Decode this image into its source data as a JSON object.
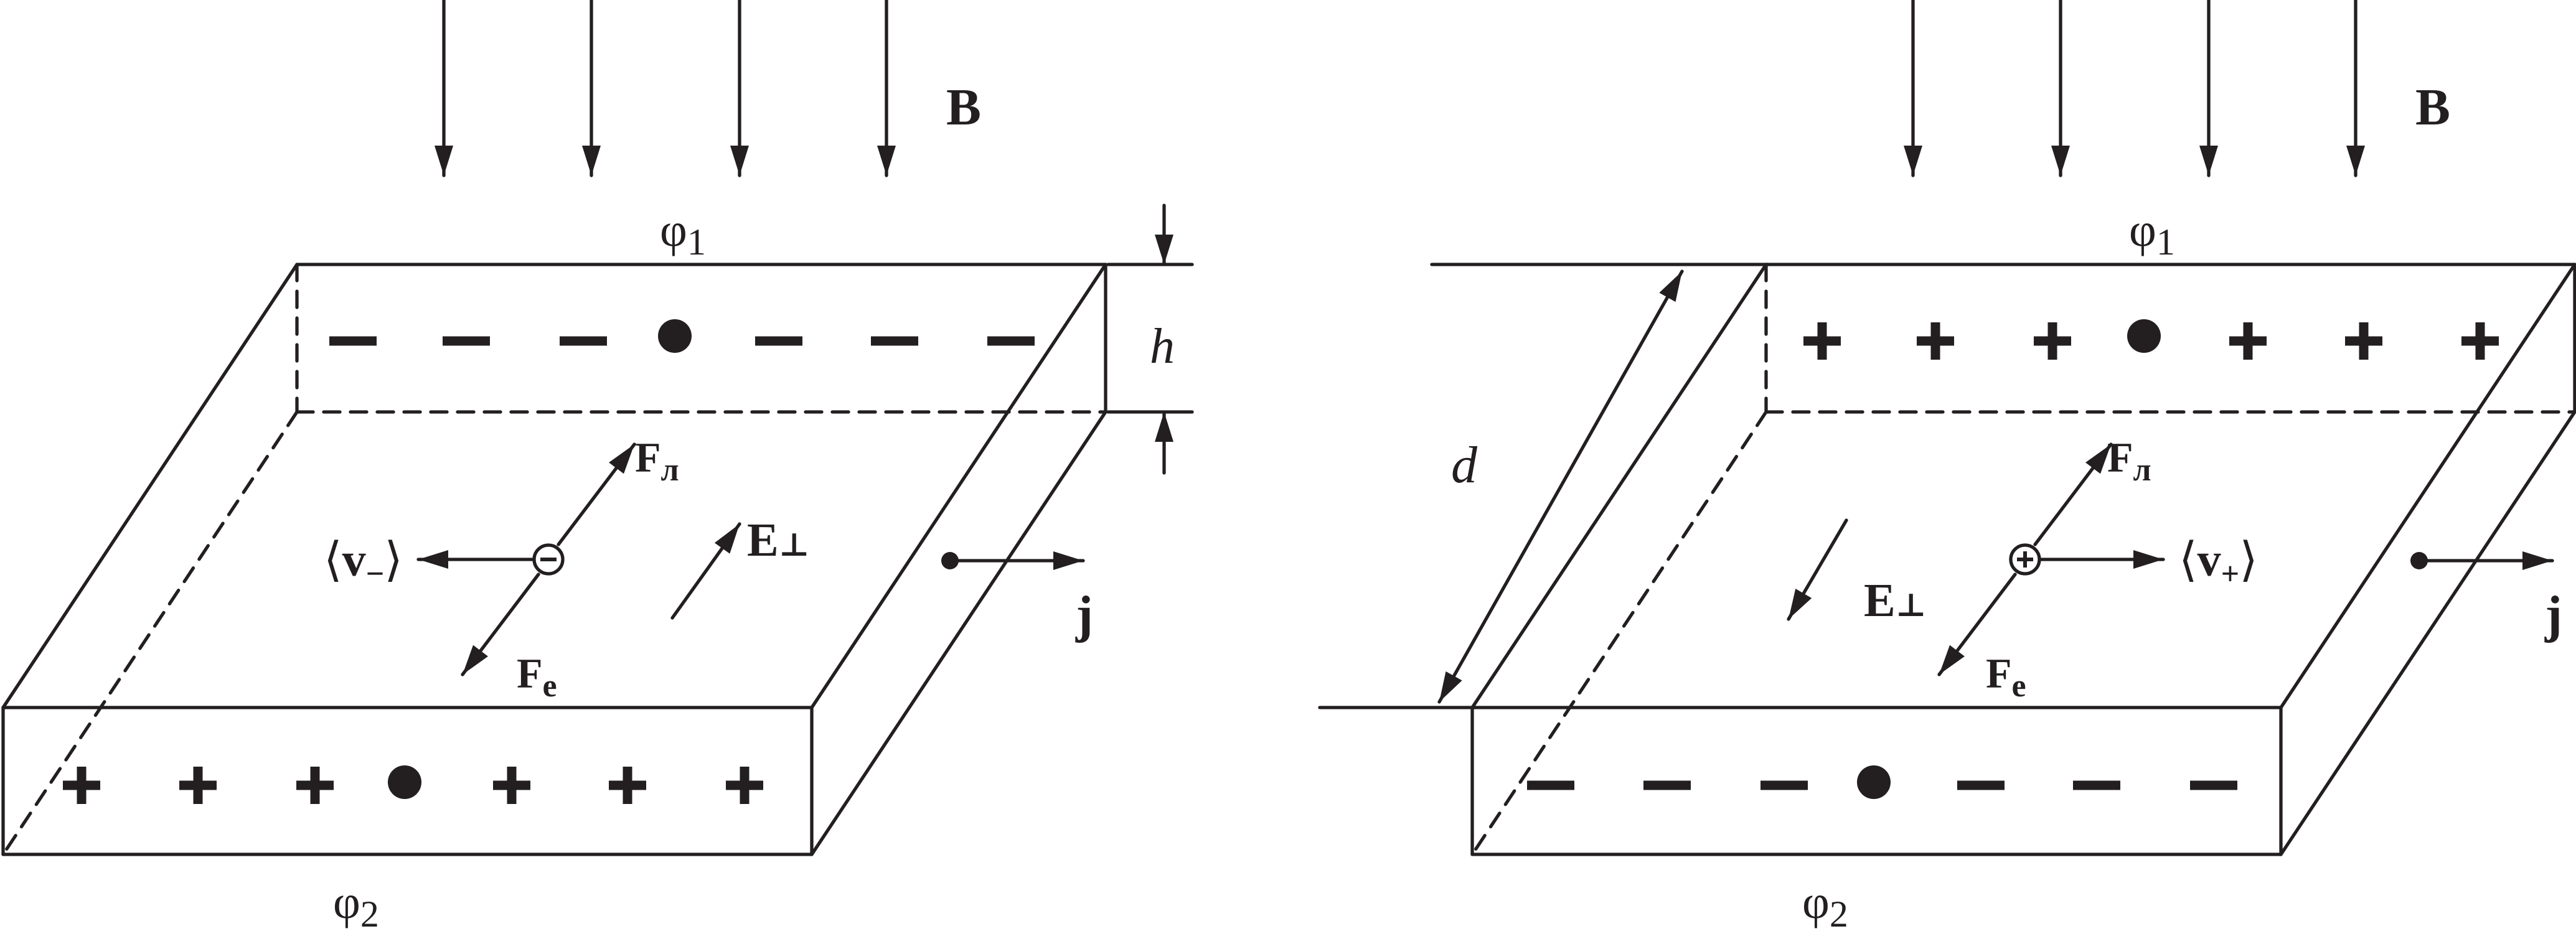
{
  "figures": [
    {
      "id": "left",
      "carrier": "negative",
      "top_charge": "-",
      "bottom_charge": "+",
      "labels": {
        "B": "B",
        "phi1": "φ1",
        "phi2": "φ2",
        "h": "h",
        "F_l": "Fл",
        "F_e": "Fe",
        "v": "v−",
        "E": "E⊥",
        "j": "j"
      }
    },
    {
      "id": "right",
      "carrier": "positive",
      "top_charge": "+",
      "bottom_charge": "−",
      "labels": {
        "B": "B",
        "phi1": "φ1",
        "phi2": "φ2",
        "d": "d",
        "F_l": "Fл",
        "F_e": "Fe",
        "v": "v+",
        "E": "E⊥",
        "j": "j"
      }
    }
  ],
  "colors": {
    "ink": "#231f20",
    "background": "#ffffff"
  }
}
